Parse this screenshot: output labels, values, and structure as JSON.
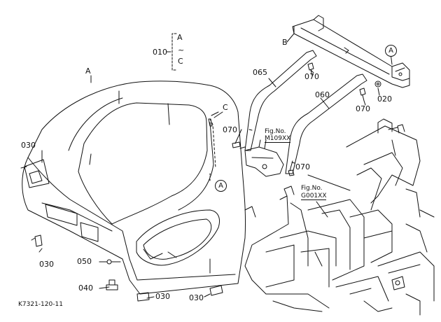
{
  "title_code": "K7321-120-11",
  "group": {
    "number": "010",
    "from": "A",
    "tilde": "~",
    "to": "C"
  },
  "refs": {
    "A": "A",
    "B": "B",
    "C": "C"
  },
  "circle_ref": "A",
  "parts": {
    "p020": "020",
    "p030": "030",
    "p040": "040",
    "p050": "050",
    "p060": "060",
    "p065": "065",
    "p070": "070"
  },
  "figure_refs": {
    "fig1_label": "Fig.No.",
    "fig1_code": "M109XX",
    "fig2_label": "Fig.No.",
    "fig2_code": "G001XX"
  }
}
